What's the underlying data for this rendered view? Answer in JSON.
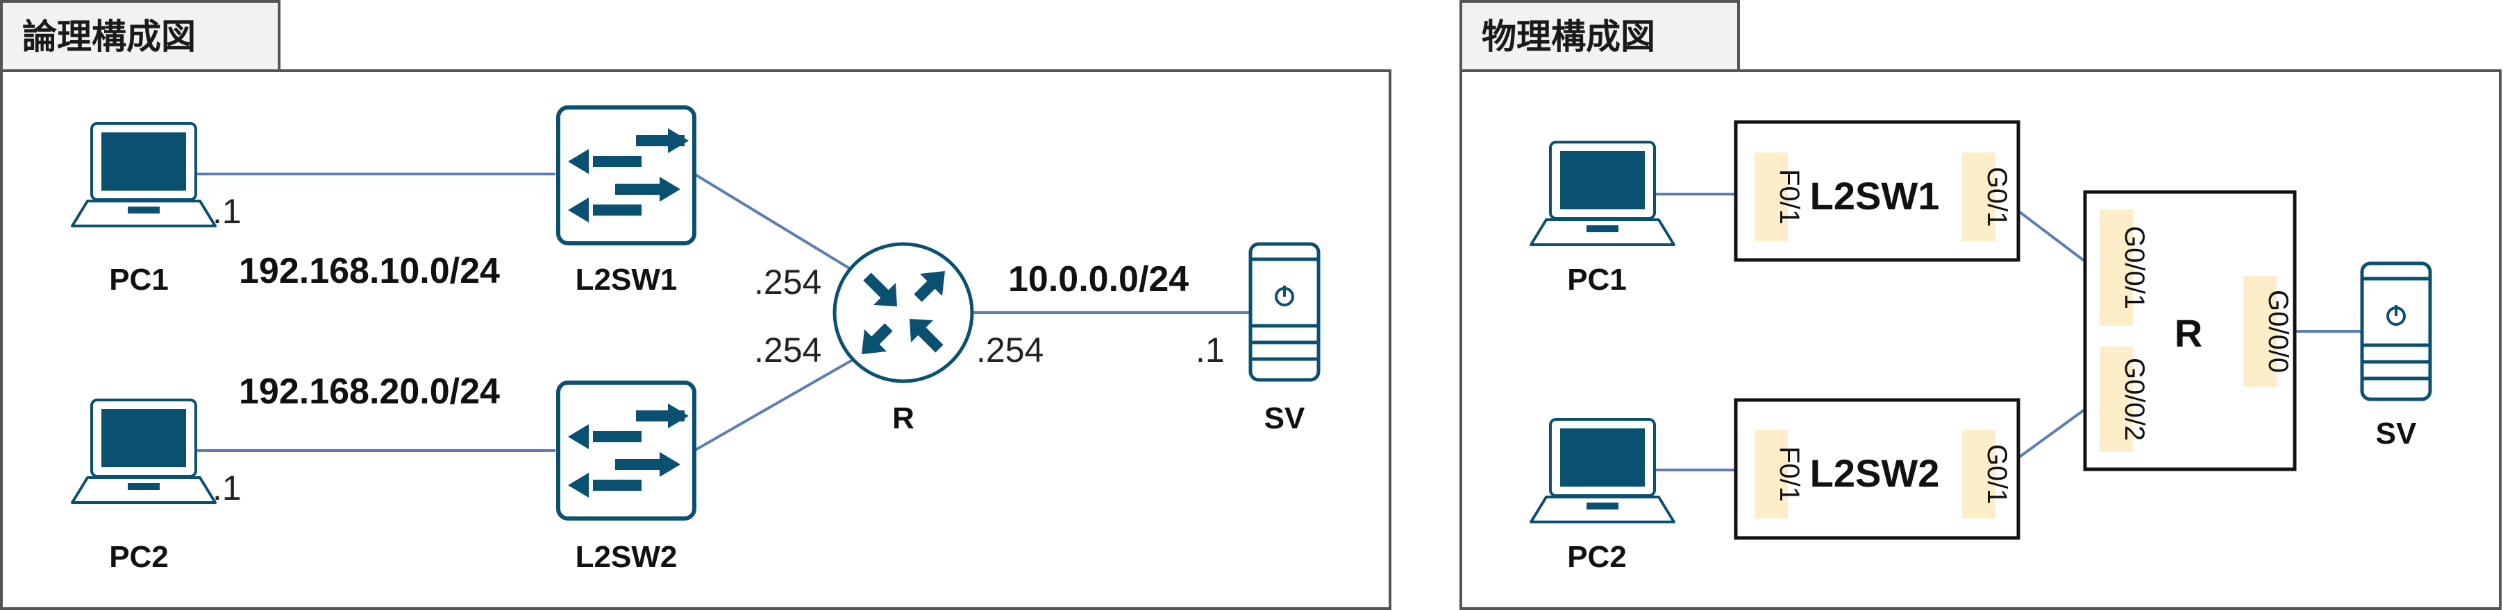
{
  "logical": {
    "title": "論理構成図",
    "pc1": "PC1",
    "pc2": "PC2",
    "sw1": "L2SW1",
    "sw2": "L2SW2",
    "router": "R",
    "server": "SV",
    "net1": "192.168.10.0/24",
    "net2": "192.168.20.0/24",
    "net3": "10.0.0.0/24",
    "pc1_addr": ".1",
    "pc2_addr": ".1",
    "r_addr1": ".254",
    "r_addr2": ".254",
    "r_addr3": ".254",
    "sv_addr": ".1"
  },
  "physical": {
    "title": "物理構成図",
    "pc1": "PC1",
    "pc2": "PC2",
    "sw1": "L2SW1",
    "sw2": "L2SW2",
    "router": "R",
    "server": "SV",
    "sw1_port_in": "F0/1",
    "sw1_port_out": "G0/1",
    "sw2_port_in": "F0/1",
    "sw2_port_out": "G0/1",
    "r_port1": "G0/0/1",
    "r_port2": "G0/0/2",
    "r_port0": "G0/0/0"
  },
  "colors": {
    "icon": "#0a5070",
    "link": "#5b7fb5",
    "frame": "#555555",
    "tab_bg": "#f2f2f2",
    "port_bg": "#fdeec9"
  }
}
